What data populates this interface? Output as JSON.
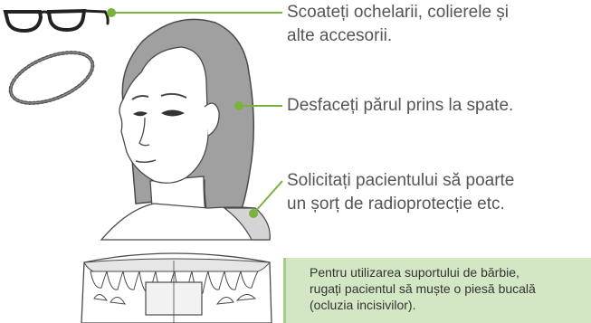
{
  "instructions": [
    {
      "line1": "Scoateți ochelarii, colierele și",
      "line2": "alte accesorii."
    },
    {
      "line1": "Desfaceți părul prins la spate.",
      "line2": ""
    },
    {
      "line1": "Solicitați pacientului să poarte",
      "line2": "un șorț de radioprotecție etc."
    }
  ],
  "note": {
    "line1": "Pentru utilizarea suportului de bărbie,",
    "line2": "rugați pacientul să muște o piesă bucală",
    "line3": "(ocluzia incisivilor)."
  },
  "colors": {
    "leader": "#79b33d",
    "hair": "#a0a0a0",
    "outline": "#4a4a4a",
    "text": "#555555",
    "note_bg": "#d3e7c4"
  },
  "icons": [
    "glasses-icon",
    "necklace-icon",
    "head-illustration",
    "teeth-illustration"
  ]
}
